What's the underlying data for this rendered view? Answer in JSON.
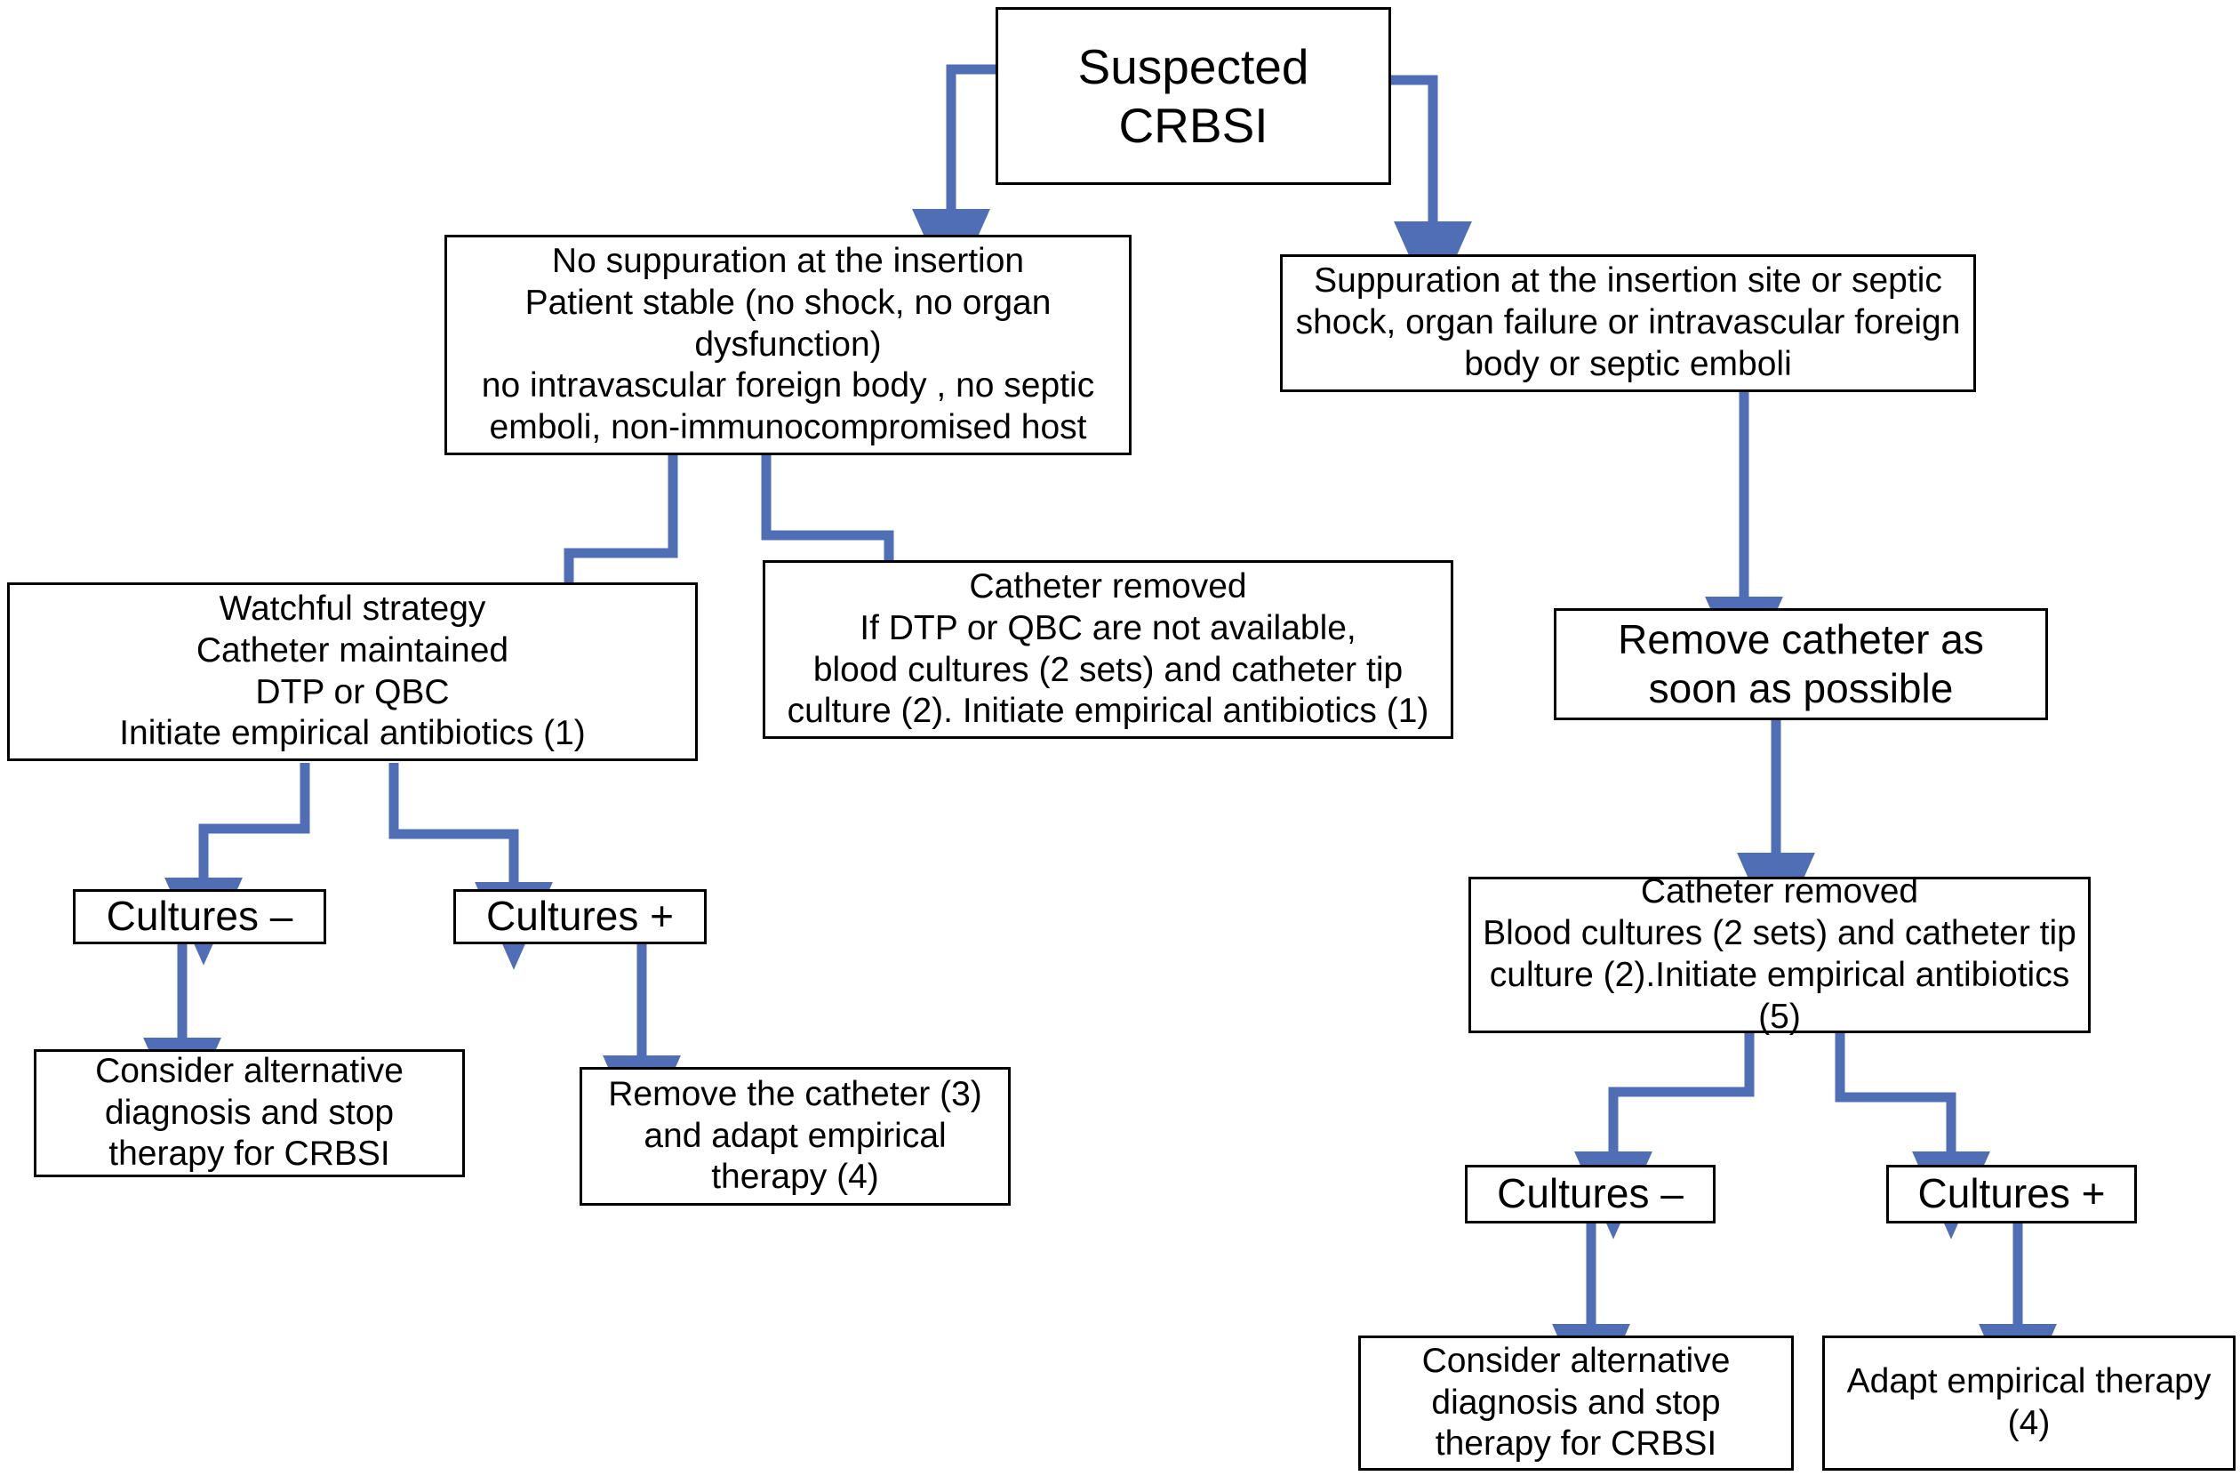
{
  "diagram": {
    "title": "Suspected CRBSI management algorithm",
    "type": "flowchart",
    "accent_color": "#4f6eb5",
    "box_border_color": "#000000",
    "background_color": "#ffffff",
    "text_color": "#000000"
  },
  "nodes": {
    "root": {
      "label": "Suspected\nCRBSI"
    },
    "left_criteria": {
      "label": "No suppuration at the insertion\nPatient stable (no shock, no organ\ndysfunction)\nno intravascular foreign body , no septic\nemboli, non-immunocompromised host"
    },
    "right_criteria": {
      "label": "Suppuration at the insertion site or septic\nshock, organ failure or intravascular foreign\nbody or septic emboli"
    },
    "watchful": {
      "label": "Watchful strategy\nCatheter maintained\nDTP or QBC\nInitiate empirical antibiotics (1)"
    },
    "catheter_removed_left": {
      "label": "Catheter removed\nIf DTP or QBC are not available,\nblood cultures (2 sets) and catheter tip\nculture (2). Initiate empirical antibiotics (1)"
    },
    "remove_asap": {
      "label": "Remove catheter as\nsoon as possible"
    },
    "catheter_removed_right": {
      "label": "Catheter removed\nBlood cultures (2 sets) and catheter tip\nculture (2).Initiate empirical antibiotics (5)"
    },
    "cultures_neg_left": {
      "label": "Cultures –"
    },
    "cultures_pos_left": {
      "label": "Cultures +"
    },
    "cultures_neg_right": {
      "label": "Cultures –"
    },
    "cultures_pos_right": {
      "label": "Cultures +"
    },
    "consider_alt_left": {
      "label": "Consider alternative\ndiagnosis and stop\ntherapy for CRBSI"
    },
    "remove_adapt": {
      "label": "Remove the catheter (3)\nand adapt empirical\ntherapy (4)"
    },
    "consider_alt_right": {
      "label": "Consider alternative\ndiagnosis and stop\ntherapy for CRBSI"
    },
    "adapt_therapy": {
      "label": "Adapt empirical therapy\n(4)"
    }
  },
  "edges": [
    {
      "from": "root",
      "to": "left_criteria"
    },
    {
      "from": "root",
      "to": "right_criteria"
    },
    {
      "from": "left_criteria",
      "to": "watchful"
    },
    {
      "from": "left_criteria",
      "to": "catheter_removed_left"
    },
    {
      "from": "right_criteria",
      "to": "remove_asap"
    },
    {
      "from": "remove_asap",
      "to": "catheter_removed_right"
    },
    {
      "from": "watchful",
      "to": "cultures_neg_left"
    },
    {
      "from": "watchful",
      "to": "cultures_pos_left"
    },
    {
      "from": "cultures_neg_left",
      "to": "consider_alt_left"
    },
    {
      "from": "cultures_pos_left",
      "to": "remove_adapt"
    },
    {
      "from": "catheter_removed_right",
      "to": "cultures_neg_right"
    },
    {
      "from": "catheter_removed_right",
      "to": "cultures_pos_right"
    },
    {
      "from": "cultures_neg_right",
      "to": "consider_alt_right"
    },
    {
      "from": "cultures_pos_right",
      "to": "adapt_therapy"
    }
  ]
}
